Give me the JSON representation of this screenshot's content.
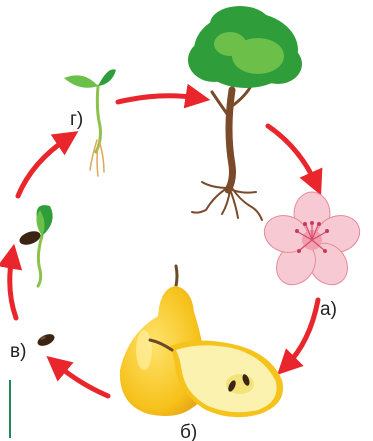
{
  "labels": {
    "flower": "а)",
    "pear": "б)",
    "seed": "в)",
    "sprout": "г)"
  },
  "colors": {
    "arrow": "#e8262b",
    "leaf_dark": "#2f9e3a",
    "leaf_light": "#6cc04a",
    "trunk": "#7a4a2a",
    "pear_yellow": "#f6c21c",
    "pear_flesh": "#fbf2b0",
    "petal": "#f7cad3",
    "petal_edge": "#e58a9c",
    "seed": "#3a2414",
    "rule": "#1e8a5a"
  }
}
